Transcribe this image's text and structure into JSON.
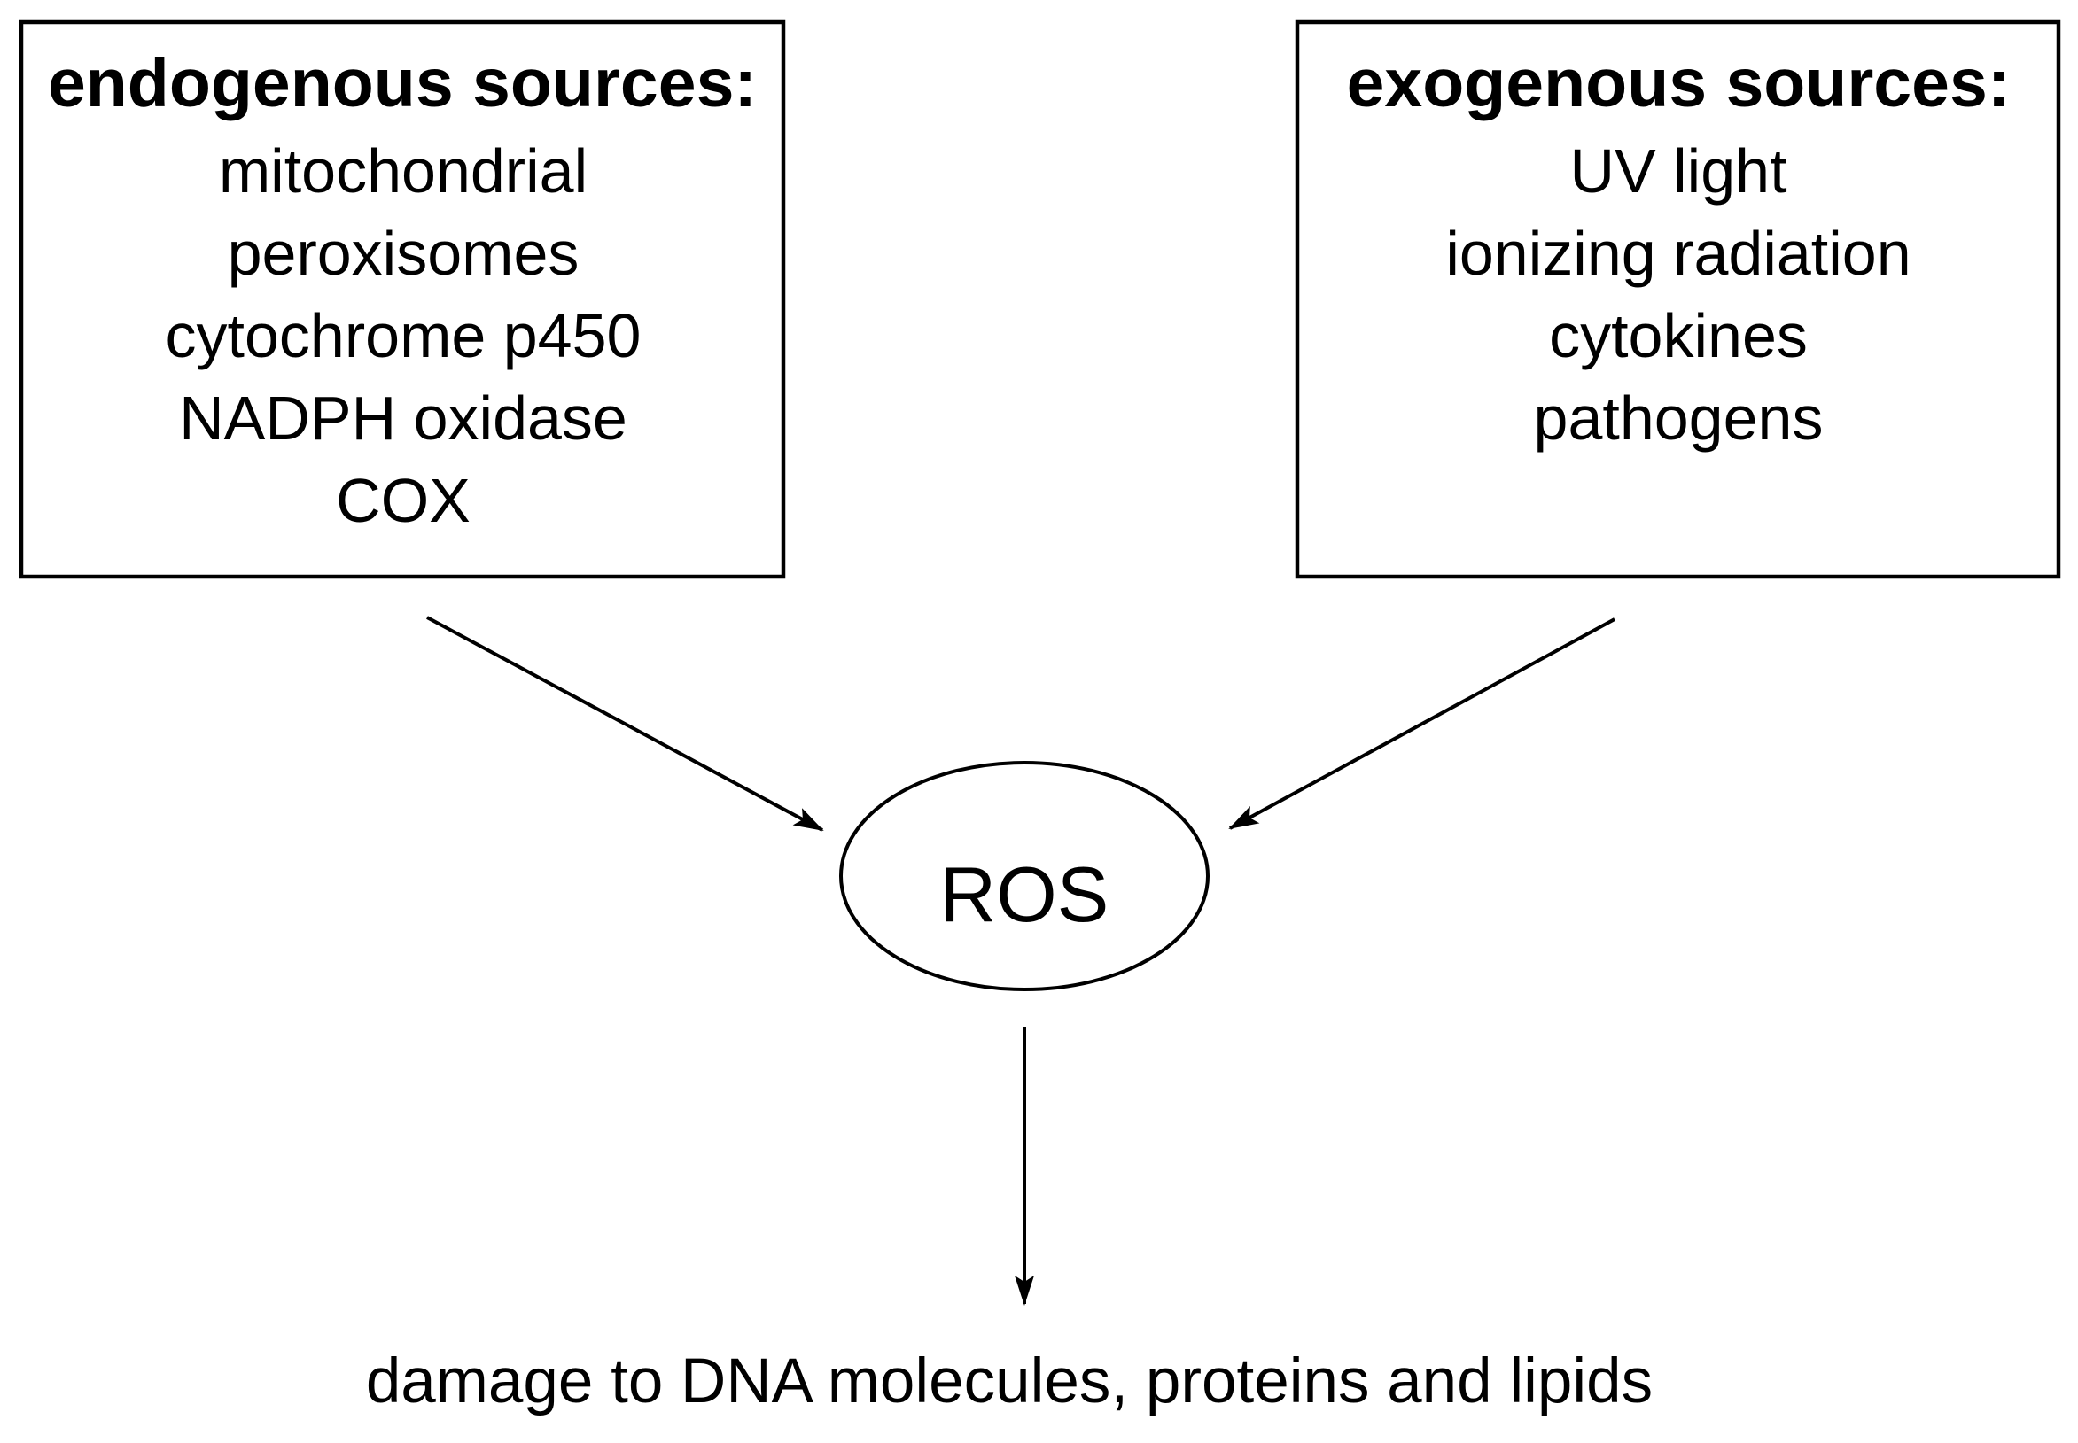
{
  "left_box": {
    "title": "endogenous sources:",
    "items": [
      "mitochondrial",
      "peroxisomes",
      "cytochrome p450",
      "NADPH oxidase",
      "COX"
    ]
  },
  "right_box": {
    "title": "exogenous sources:",
    "items": [
      "UV light",
      "ionizing radiation",
      "cytokines",
      "pathogens"
    ]
  },
  "center_node": {
    "label": "ROS"
  },
  "outcome": {
    "label": "damage to DNA molecules, proteins and lipids"
  },
  "colors": {
    "stroke": "#000000",
    "background": "#ffffff"
  }
}
